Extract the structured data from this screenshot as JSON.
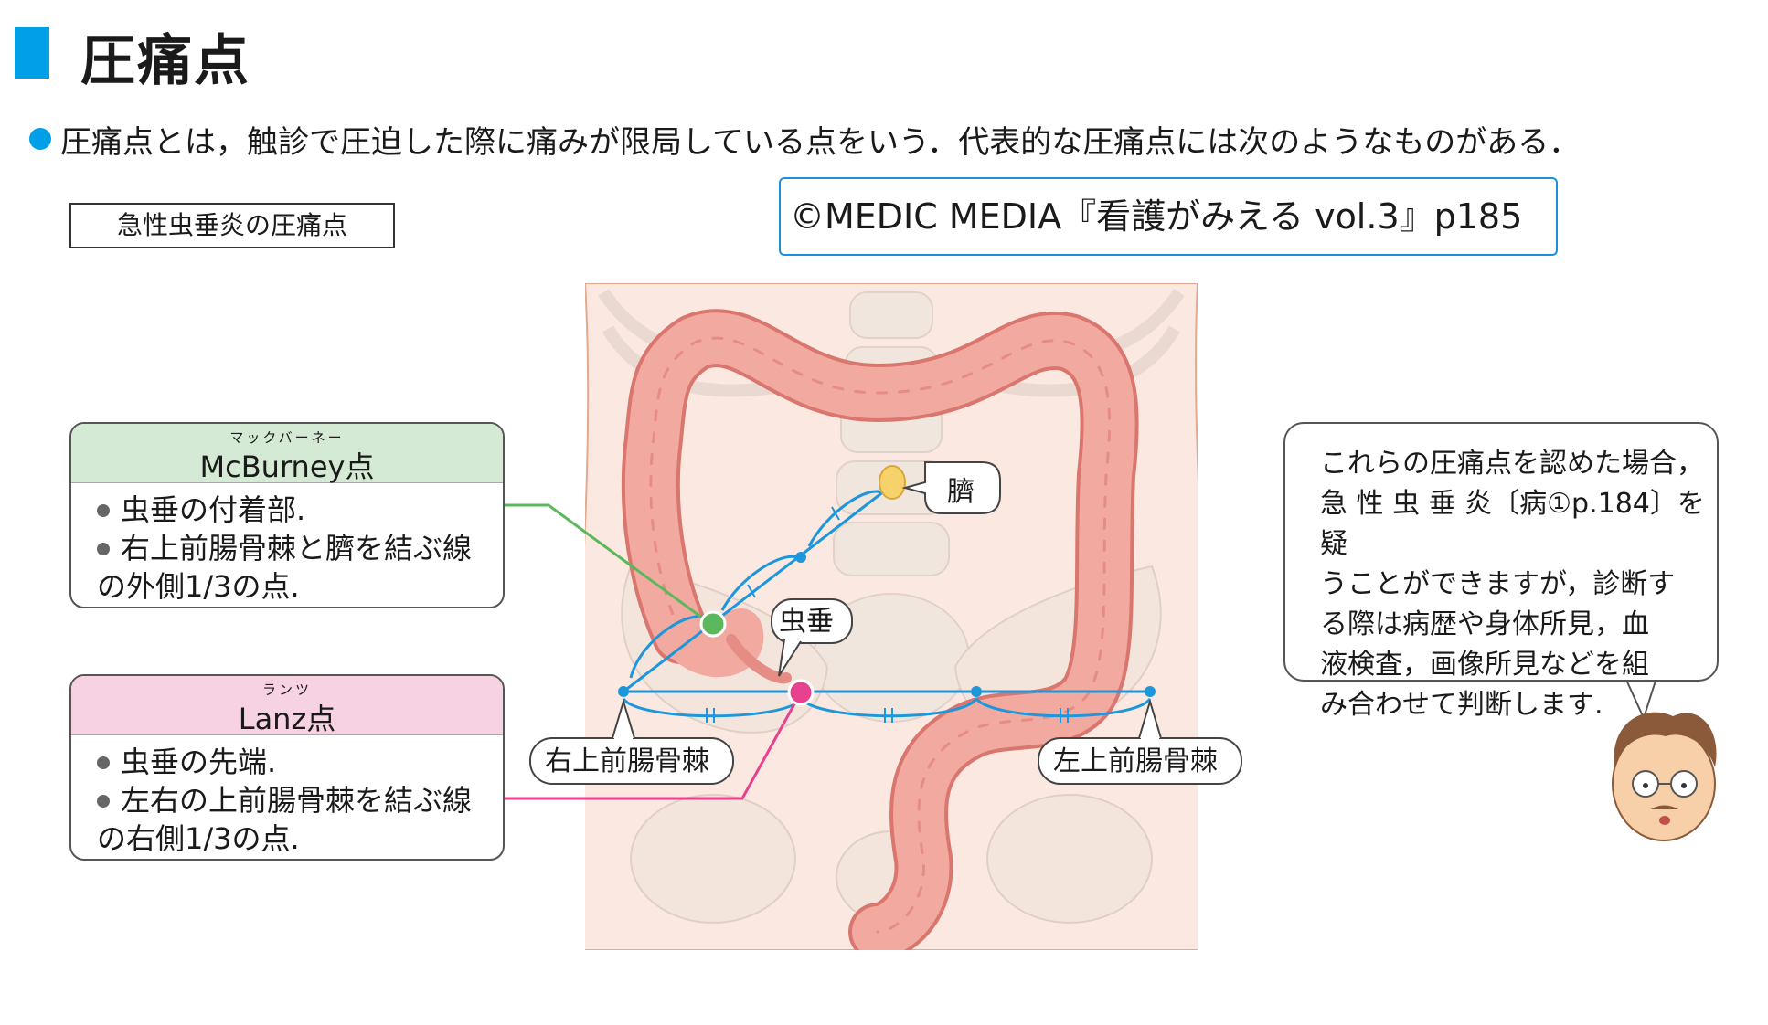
{
  "header": {
    "title": "圧痛点",
    "intro": "圧痛点とは，触診で圧迫した際に痛みが限局している点をいう．代表的な圧痛点には次のようなものがある．",
    "section_label": "急性虫垂炎の圧痛点",
    "credit": "©MEDIC MEDIA『看護がみえる vol.3』p185"
  },
  "cards": {
    "mcburney": {
      "ruby": "マックバーネー",
      "name": "McBurney点",
      "bullets": [
        "虫垂の付着部.",
        "右上前腸骨棘と臍を結ぶ線"
      ],
      "continuation": "の外側1/3の点.",
      "color": "#5cb85c"
    },
    "lanz": {
      "ruby": "ランツ",
      "name": "Lanz点",
      "bullets": [
        "虫垂の先端.",
        "左右の上前腸骨棘を結ぶ線"
      ],
      "continuation": "の右側1/3の点.",
      "color": "#e8418d"
    }
  },
  "diagram_labels": {
    "navel": "臍",
    "appendix": "虫垂",
    "right_asis": "右上前腸骨棘",
    "left_asis": "左上前腸骨棘"
  },
  "speech": {
    "lines": [
      "これらの圧痛点を認めた場合，",
      "急 性 虫 垂 炎〔病①p.184〕を疑",
      "うことができますが，診断す",
      "る際は病歴や身体所見，血",
      "液検査，画像所見などを組",
      "み合わせて判断します."
    ]
  },
  "colors": {
    "accent": "#00a0e9",
    "line_blue": "#1e96dc",
    "colon": "#f2a9a0",
    "skin": "#fbe9e1"
  }
}
